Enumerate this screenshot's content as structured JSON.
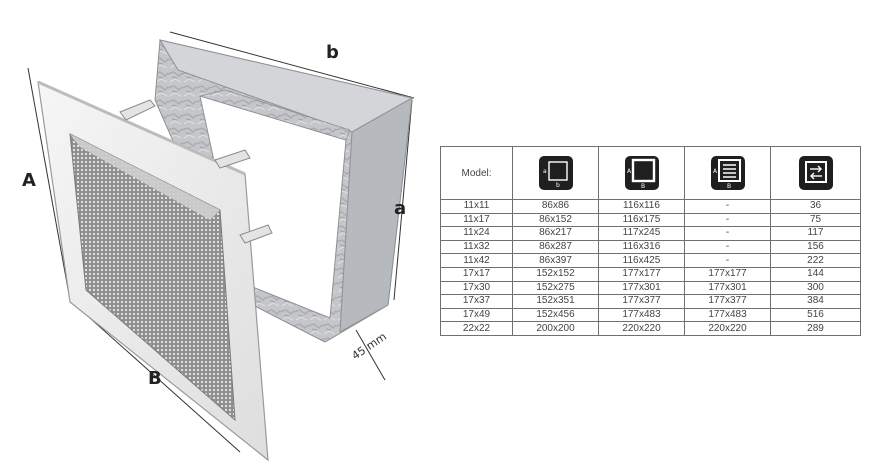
{
  "drawing": {
    "label_A": "A",
    "label_B": "B",
    "label_a": "a",
    "label_b": "b",
    "depth_label": "45 mm"
  },
  "table": {
    "model_header": "Model:",
    "icon_headers": [
      {
        "name": "frame-inner-ab-icon",
        "letters": [
          "a",
          "b"
        ]
      },
      {
        "name": "frame-outer-AB-icon",
        "letters": [
          "A",
          "B"
        ]
      },
      {
        "name": "grille-AB-icon",
        "letters": [
          "A",
          "B"
        ]
      },
      {
        "name": "airflow-area-icon",
        "letters": []
      }
    ],
    "rows": [
      [
        "11x11",
        "86x86",
        "116x116",
        "-",
        "36"
      ],
      [
        "11x17",
        "86x152",
        "116x175",
        "-",
        "75"
      ],
      [
        "11x24",
        "86x217",
        "117x245",
        "-",
        "117"
      ],
      [
        "11x32",
        "86x287",
        "116x316",
        "-",
        "156"
      ],
      [
        "11x42",
        "86x397",
        "116x425",
        "-",
        "222"
      ],
      [
        "17x17",
        "152x152",
        "177x177",
        "177x177",
        "144"
      ],
      [
        "17x30",
        "152x275",
        "177x301",
        "177x301",
        "300"
      ],
      [
        "17x37",
        "152x351",
        "177x377",
        "177x377",
        "384"
      ],
      [
        "17x49",
        "152x456",
        "177x483",
        "177x483",
        "516"
      ],
      [
        "22x22",
        "200x200",
        "220x220",
        "220x220",
        "289"
      ]
    ]
  }
}
